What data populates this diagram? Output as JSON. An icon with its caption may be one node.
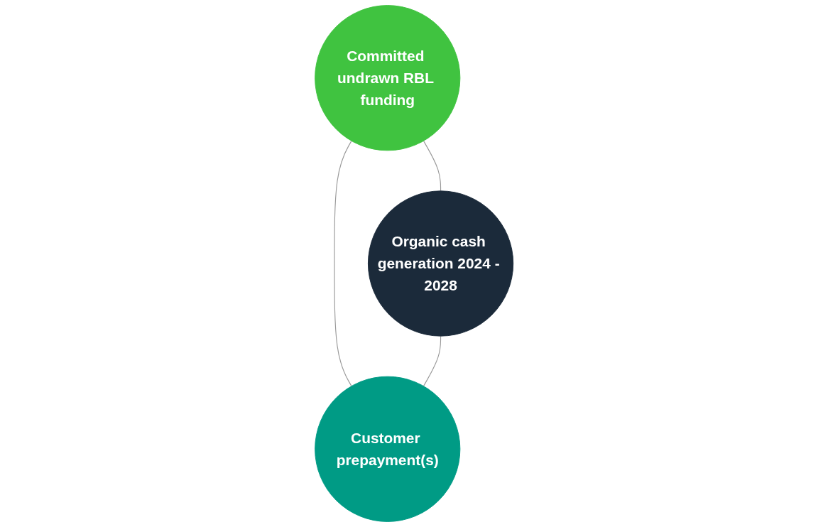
{
  "diagram": {
    "nodes": [
      {
        "text": [
          "Committed undrawn RBL funding"
        ]
      },
      {
        "text": [
          "Organic cash generation 2024 - 2028"
        ]
      },
      {
        "text": [
          "Customer prepayment(s)"
        ]
      }
    ],
    "edges": [
      {
        "from": 0,
        "to": 1,
        "arrow": "none"
      },
      {
        "from": 0,
        "to": 2,
        "arrow": "none"
      },
      {
        "from": 1,
        "to": 2,
        "arrow": "none"
      }
    ]
  }
}
